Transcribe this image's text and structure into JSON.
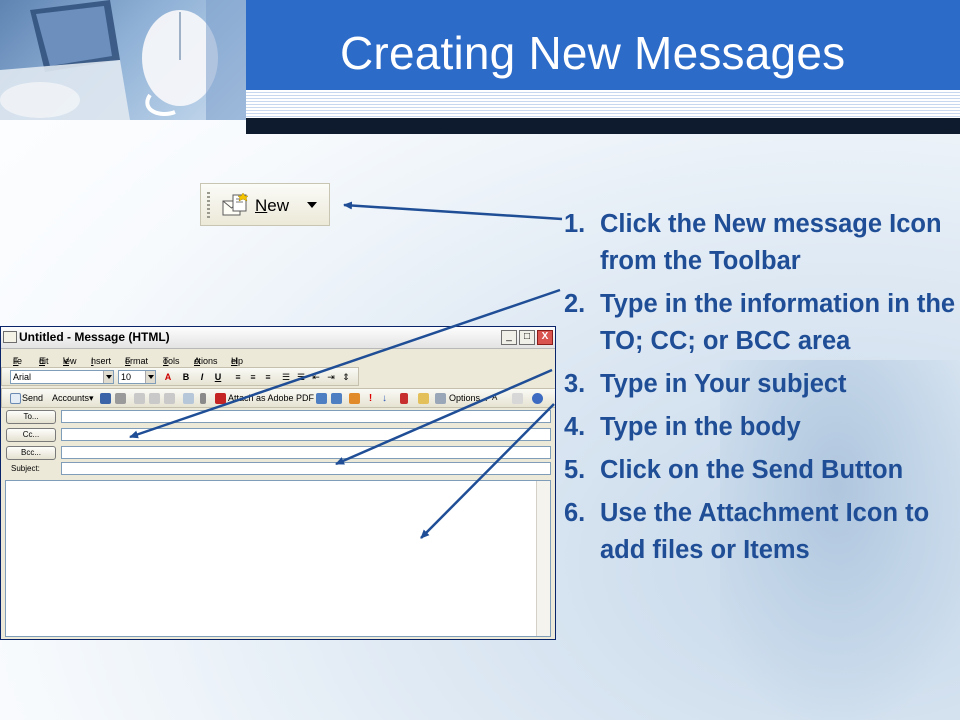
{
  "slide": {
    "title": "Creating New Messages"
  },
  "new_button": {
    "label_underlined": "N",
    "label_rest": "ew",
    "icon": "new-message-icon"
  },
  "message_window": {
    "title": "Untitled - Message (HTML)",
    "controls": {
      "minimize": "_",
      "maximize": "□",
      "close": "X"
    },
    "menu": [
      {
        "u": "F",
        "rest": "ile"
      },
      {
        "u": "E",
        "rest": "dit"
      },
      {
        "u": "V",
        "rest": "iew"
      },
      {
        "u": "I",
        "rest": "nsert"
      },
      {
        "u": "F",
        "rest": "ormat"
      },
      {
        "u": "T",
        "rest": "ools"
      },
      {
        "u": "A",
        "rest": "ctions"
      },
      {
        "u": "H",
        "rest": "elp"
      }
    ],
    "format_bar": {
      "font": "Arial",
      "size": "10",
      "bold": "B",
      "italic": "I",
      "underline": "U"
    },
    "standard_bar": {
      "send": "Send",
      "accounts": "Accounts",
      "attach_pdf": "Attach as Adobe PDF",
      "options": "Options..."
    },
    "fields": {
      "to": "To...",
      "cc": "Cc...",
      "bcc": "Bcc...",
      "subject": "Subject:"
    }
  },
  "steps": [
    {
      "num": "1.",
      "text": "Click the New message Icon from the Toolbar"
    },
    {
      "num": "2.",
      "text": "Type in the information in the TO; CC; or BCC area"
    },
    {
      "num": "3.",
      "text": "Type in Your subject"
    },
    {
      "num": "4.",
      "text": "Type in the body"
    },
    {
      "num": "5.",
      "text": "Click on the Send Button"
    },
    {
      "num": "6.",
      "text": "Use the Attachment Icon to add files or Items"
    }
  ],
  "colors": {
    "header_blue": "#2d6bc9",
    "step_text": "#1f4e96",
    "arrow": "#1f4e96"
  }
}
